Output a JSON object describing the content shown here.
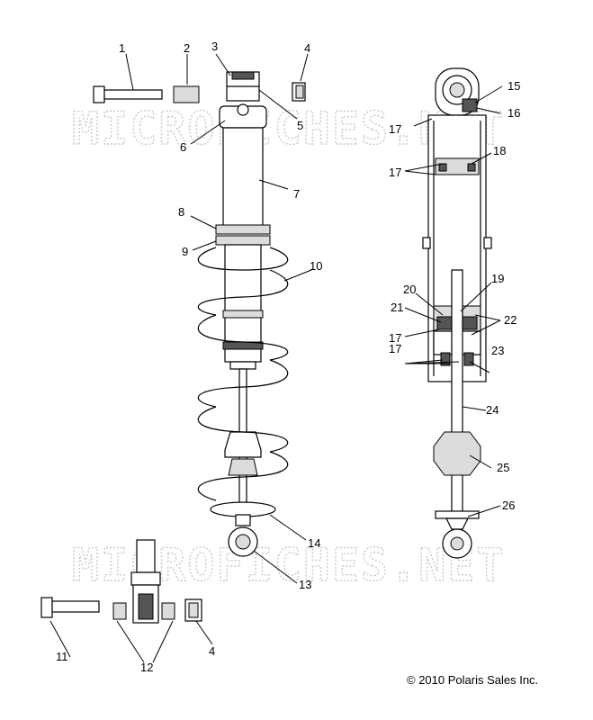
{
  "watermark": "MICROFICHES.NET",
  "copyright": "© 2010 Polaris Sales Inc.",
  "callouts": {
    "c1": "1",
    "c2": "2",
    "c3": "3",
    "c4a": "4",
    "c5": "5",
    "c6": "6",
    "c7": "7",
    "c8": "8",
    "c9": "9",
    "c10": "10",
    "c11": "11",
    "c12": "12",
    "c13": "13",
    "c14": "14",
    "c15": "15",
    "c16": "16",
    "c17a": "17",
    "c17b": "17",
    "c17c": "17",
    "c17d": "17",
    "c18": "18",
    "c19": "19",
    "c20": "20",
    "c21": "21",
    "c22": "22",
    "c23": "23",
    "c24": "24",
    "c25": "25",
    "c26": "26",
    "c4b": "4"
  }
}
